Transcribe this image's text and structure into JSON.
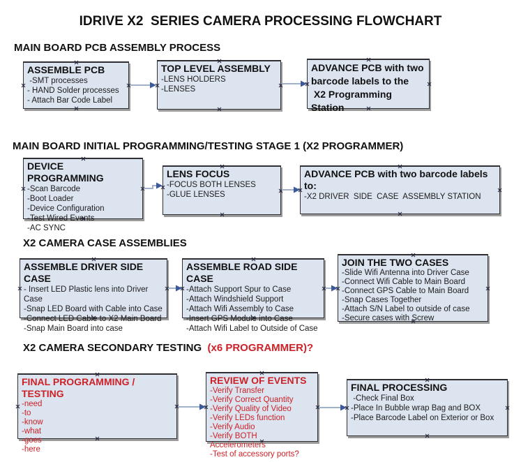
{
  "title": "IDRIVE X2  SERIES CAMERA PROCESSING FLOWCHART",
  "colors": {
    "box_fill": "#dce4f0",
    "box_border": "#2e2e33",
    "box_shadow": "#9c9c9c",
    "red_text": "#cc2127",
    "arrow_line": "#9fb2ca",
    "arrow_head": "#3c5a9a",
    "handle": "#20203a",
    "text": "#1a1a1a"
  },
  "sections": [
    {
      "heading": "MAIN BOARD PCB ASSEMBLY PROCESS",
      "boxes": [
        {
          "title": "ASSEMBLE PCB",
          "items": [
            " -SMT processes",
            "- HAND Solder processes",
            "- Attach Bar Code Label"
          ]
        },
        {
          "title": "TOP LEVEL ASSEMBLY",
          "items": [
            "-LENS HOLDERS",
            "-LENSES"
          ]
        },
        {
          "title": "ADVANCE PCB with two\nbarcode labels to the\n X2 Programming Station",
          "items": []
        }
      ]
    },
    {
      "heading": "MAIN BOARD INITIAL PROGRAMMING/TESTING STAGE 1 (X2 PROGRAMMER)",
      "boxes": [
        {
          "title": "DEVICE PROGRAMMING",
          "items": [
            "-Scan Barcode",
            "-Boot Loader",
            "-Device Configuration",
            "-Test Wired Events",
            "-AC SYNC"
          ]
        },
        {
          "title": "LENS FOCUS",
          "items": [
            "-FOCUS BOTH LENSES",
            "-GLUE LENSES"
          ]
        },
        {
          "title": "ADVANCE PCB with two barcode labels to:",
          "items": [
            "-X2 DRIVER  SIDE  CASE  ASSEMBLY STATION"
          ]
        }
      ]
    },
    {
      "heading": "X2 CAMERA CASE ASSEMBLIES",
      "boxes": [
        {
          "title": "ASSEMBLE DRIVER SIDE CASE",
          "items": [
            "- Insert LED Plastic lens into Driver Case",
            "-Snap LED Board with Cable into Case",
            "-Connect LED Cable to X2 Main Board",
            "-Snap Main Board into case"
          ]
        },
        {
          "title": "ASSEMBLE ROAD SIDE CASE",
          "items": [
            "-Attach Support Spur to Case",
            "-Attach Windshield Support",
            "-Attach Wifi Assembly to Case",
            "-Insert GPS Module into Case",
            "-Attach Wifi Label to Outside of Case"
          ]
        },
        {
          "title": "JOIN THE TWO CASES",
          "items": [
            "-Slide Wifi Antenna into Driver Case",
            "-Connect Wifi Cable to Main Board",
            "-Connect GPS Cable to Main Board",
            "-Snap Cases Together",
            "-Attach S/N Label to outside of case",
            "-Secure cases with Screw"
          ]
        }
      ]
    },
    {
      "heading": "X2 CAMERA SECONDARY TESTING ",
      "heading_red": " (x6 PROGRAMMER)?",
      "boxes": [
        {
          "title": "FINAL PROGRAMMING / TESTING",
          "items": [
            "-need",
            "-to",
            "-know",
            "-what",
            "-goes",
            "-here"
          ]
        },
        {
          "title": "REVIEW OF EVENTS",
          "items": [
            "-Verify Transfer",
            "-Verify Correct Quantity",
            "-Verify Quality of Video",
            "-Verify LEDs function",
            "-Verify Audio",
            "-Verify BOTH Accelerometers",
            "-Test of accessory ports?"
          ]
        },
        {
          "title": "FINAL PROCESSING",
          "items": [
            " -Check Final Box",
            "-Place In Bubble wrap Bag and BOX",
            "-Place Barcode Label on Exterior or Box"
          ]
        }
      ]
    }
  ]
}
